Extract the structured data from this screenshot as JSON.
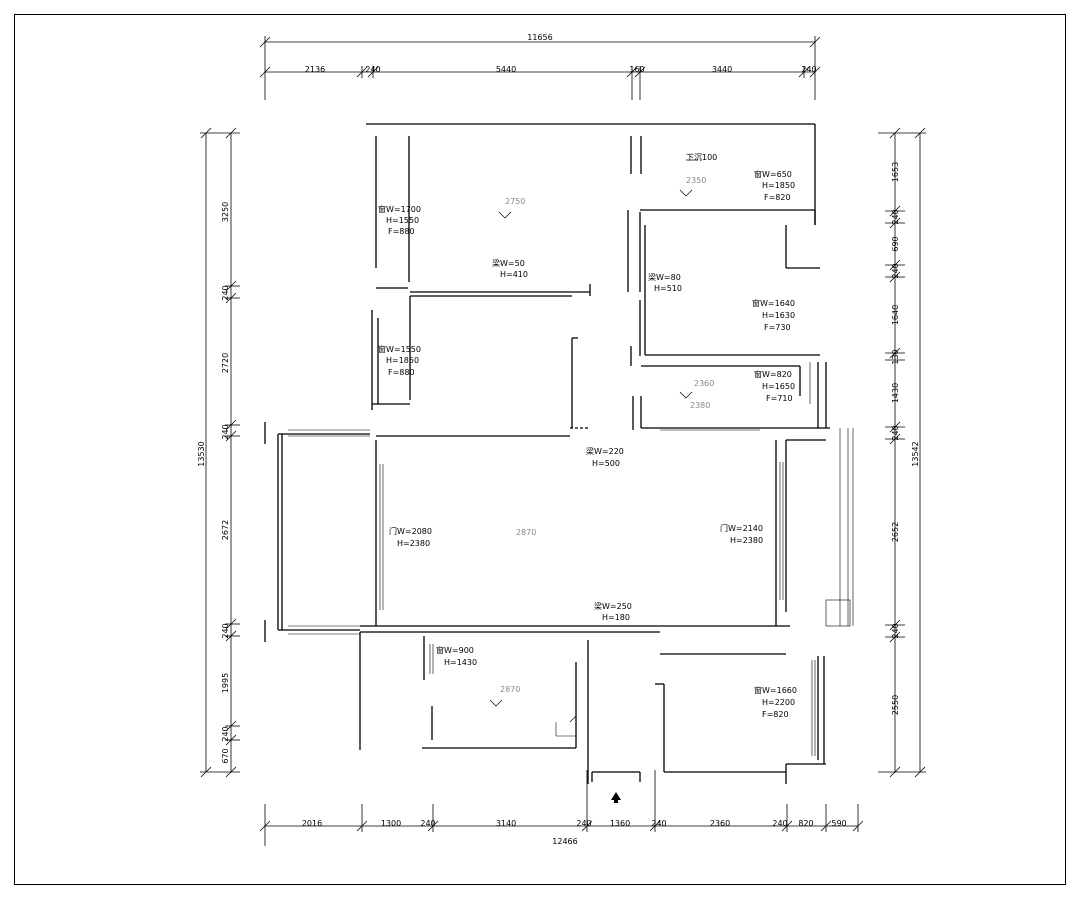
{
  "top_dims": {
    "overall": "11656",
    "seg": [
      "2136",
      "240",
      "5440",
      "160",
      "3440",
      "240"
    ]
  },
  "bottom_dims": {
    "overall": "12466",
    "seg": [
      "2016",
      "1300",
      "240",
      "3140",
      "240",
      "1360",
      "240",
      "2360",
      "240",
      "820",
      "590"
    ]
  },
  "left_dims": {
    "overall": "13530",
    "seg": [
      "3250",
      "240",
      "2720",
      "240",
      "2672",
      "240",
      "1995",
      "240",
      "670"
    ]
  },
  "right_dims": {
    "overall": "13542",
    "seg": [
      "1653",
      "240",
      "690",
      "240",
      "1640",
      "130",
      "1430",
      "240",
      "2652",
      "240",
      "2550"
    ]
  },
  "labels": {
    "bed_nw": [
      "窗W=1700",
      "H=1550",
      "F=880"
    ],
    "beam_top": [
      "梁W=50",
      "H=410"
    ],
    "beam_mid": [
      "梁W=80",
      "H=510"
    ],
    "bath_win": [
      "窗W=650",
      "H=1850",
      "F=820"
    ],
    "bed_ne": [
      "窗W=1640",
      "H=1630",
      "F=730"
    ],
    "west_win": [
      "窗W=1550",
      "H=1850",
      "F=880"
    ],
    "small_win": [
      "窗W=820",
      "H=1650",
      "F=710"
    ],
    "beam_living": [
      "梁W=220",
      "H=500"
    ],
    "door_left": [
      "门W=2080",
      "H=2380"
    ],
    "door_right": [
      "门W=2140",
      "H=2380"
    ],
    "beam_low": [
      "梁W=250",
      "H=180"
    ],
    "kitchen_win": [
      "窗W=900",
      "H=1430"
    ],
    "se_win": [
      "窗W=1660",
      "H=2200",
      "F=820"
    ]
  },
  "heights": {
    "room_nw": "2750",
    "room_ne": "2360",
    "room_bath": "2350",
    "hall": "2380",
    "living": "2870",
    "kitchen": "2870",
    "bath_note": "下沉100"
  }
}
